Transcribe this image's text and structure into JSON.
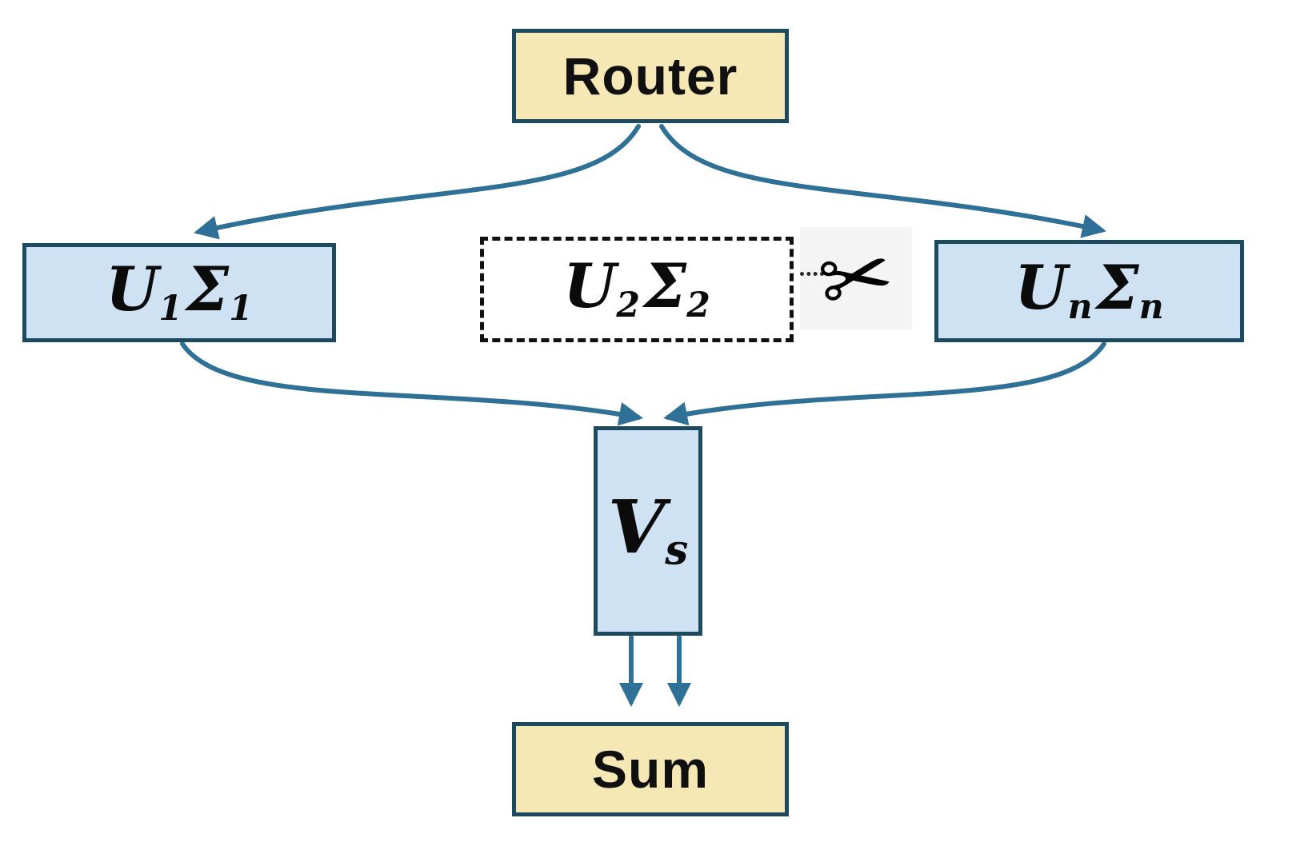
{
  "diagram": {
    "router": {
      "label": "Router"
    },
    "experts": [
      {
        "u": "U",
        "u_sub": "1",
        "sigma": "Σ",
        "sigma_sub": "1"
      },
      {
        "u": "U",
        "u_sub": "2",
        "sigma": "Σ",
        "sigma_sub": "2"
      },
      {
        "u": "U",
        "u_sub": "n",
        "sigma": "Σ",
        "sigma_sub": "n"
      }
    ],
    "shared_v": {
      "base": "V",
      "sub": "s"
    },
    "sum": {
      "label": "Sum"
    },
    "scissors": {
      "glyph": "✂"
    },
    "colors": {
      "box_yellow": "#F6E8B4",
      "box_blue": "#CFE2F3",
      "border": "#1D4A5E",
      "arrow": "#2E7096",
      "dashed_border": "#111111",
      "scissors_bg": "#F4F4F4"
    }
  }
}
